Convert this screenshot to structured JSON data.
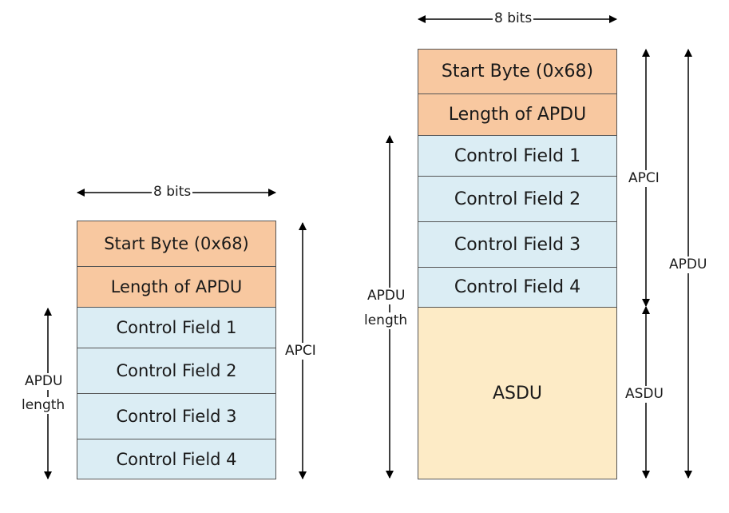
{
  "colors": {
    "header_fill": "#f8c8a0",
    "control_fill": "#dbedf4",
    "asdu_fill": "#fdebc6",
    "border": "#555555",
    "arrow": "#000000"
  },
  "small_diagram": {
    "width_label": "8 bits",
    "fields": [
      {
        "label": "Start Byte (0x68)",
        "kind": "header"
      },
      {
        "label": "Length of APDU",
        "kind": "header"
      },
      {
        "label": "Control Field 1",
        "kind": "control"
      },
      {
        "label": "Control Field 2",
        "kind": "control"
      },
      {
        "label": "Control Field 3",
        "kind": "control"
      },
      {
        "label": "Control Field 4",
        "kind": "control"
      }
    ],
    "apci_label": "APCI",
    "length_label_line1": "APDU",
    "length_label_line2": "length"
  },
  "large_diagram": {
    "width_label": "8 bits",
    "fields": [
      {
        "label": "Start Byte (0x68)",
        "kind": "header"
      },
      {
        "label": "Length of APDU",
        "kind": "header"
      },
      {
        "label": "Control Field 1",
        "kind": "control"
      },
      {
        "label": "Control Field 2",
        "kind": "control"
      },
      {
        "label": "Control Field 3",
        "kind": "control"
      },
      {
        "label": "Control Field 4",
        "kind": "control"
      },
      {
        "label": "ASDU",
        "kind": "asdu"
      }
    ],
    "apci_label": "APCI",
    "asdu_label": "ASDU",
    "apdu_label": "APDU",
    "length_label_line1": "APDU",
    "length_label_line2": "length"
  }
}
